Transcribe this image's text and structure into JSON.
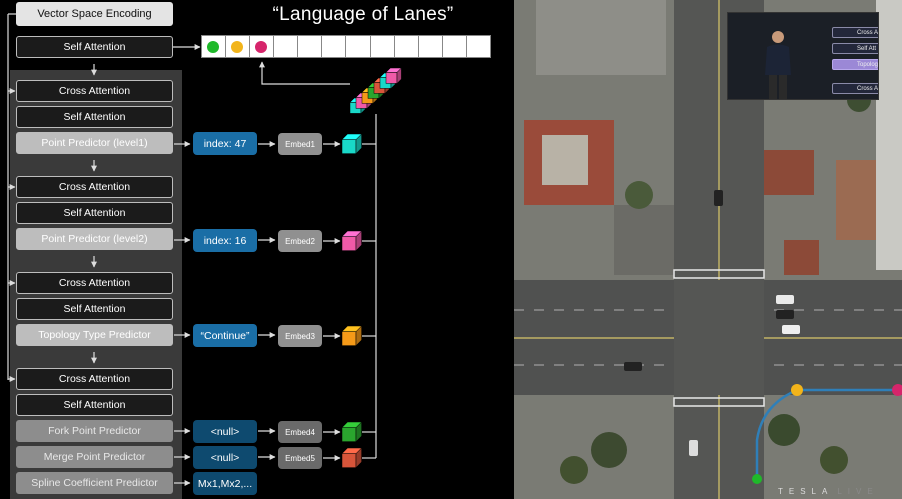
{
  "title": "“Language of Lanes”",
  "encoder": {
    "label": "Vector Space Encoding"
  },
  "first_self_attention": "Self Attention",
  "stages": [
    {
      "cross": "Cross Attention",
      "self": "Self Attention",
      "predictor": "Point Predictor (level1)",
      "value": "index: 47",
      "embed": "Embed1",
      "color": "#19d8c8"
    },
    {
      "cross": "Cross Attention",
      "self": "Self Attention",
      "predictor": "Point Predictor (level2)",
      "value": "index: 16",
      "embed": "Embed2",
      "color": "#f05aa8"
    },
    {
      "cross": "Cross Attention",
      "self": "Self Attention",
      "predictor": "Topology Type Predictor",
      "value": "“Continue”",
      "embed": "Embed3",
      "color": "#f59a18"
    },
    {
      "cross": "Cross Attention",
      "self": "Self Attention"
    }
  ],
  "tail_predictors": [
    {
      "predictor": "Fork Point Predictor",
      "value": "<null>",
      "embed": "Embed4",
      "color": "#2aa52e"
    },
    {
      "predictor": "Merge Point Predictor",
      "value": "<null>",
      "embed": "Embed5",
      "color": "#d8553a"
    },
    {
      "predictor": "Spline Coefficient Predictor",
      "value": "Mx1,Mx2,..."
    }
  ],
  "sequence": {
    "cells": 12,
    "tokens": [
      {
        "color": "#1fb92a"
      },
      {
        "color": "#f2b41b"
      },
      {
        "color": "#d6256b"
      }
    ]
  },
  "token_stack_colors": [
    "#19d8c8",
    "#f05aa8",
    "#f59a18",
    "#2aa52e",
    "#d8553a",
    "#19d8c8",
    "#f05aa8"
  ],
  "pip": {
    "blocks": [
      {
        "label": "Cross Att",
        "highlight": false
      },
      {
        "label": "Self Att",
        "highlight": false
      },
      {
        "label": "Topology Ty",
        "highlight": true
      },
      {
        "label": "Cross Att",
        "highlight": false
      }
    ]
  },
  "brand": {
    "name": "TESLA",
    "suffix": "LIVE"
  },
  "lane_colors": {
    "lane": "#2f7fb8",
    "start": "#1fb92a",
    "fork": "#f2b41b",
    "end": "#d6256b"
  }
}
